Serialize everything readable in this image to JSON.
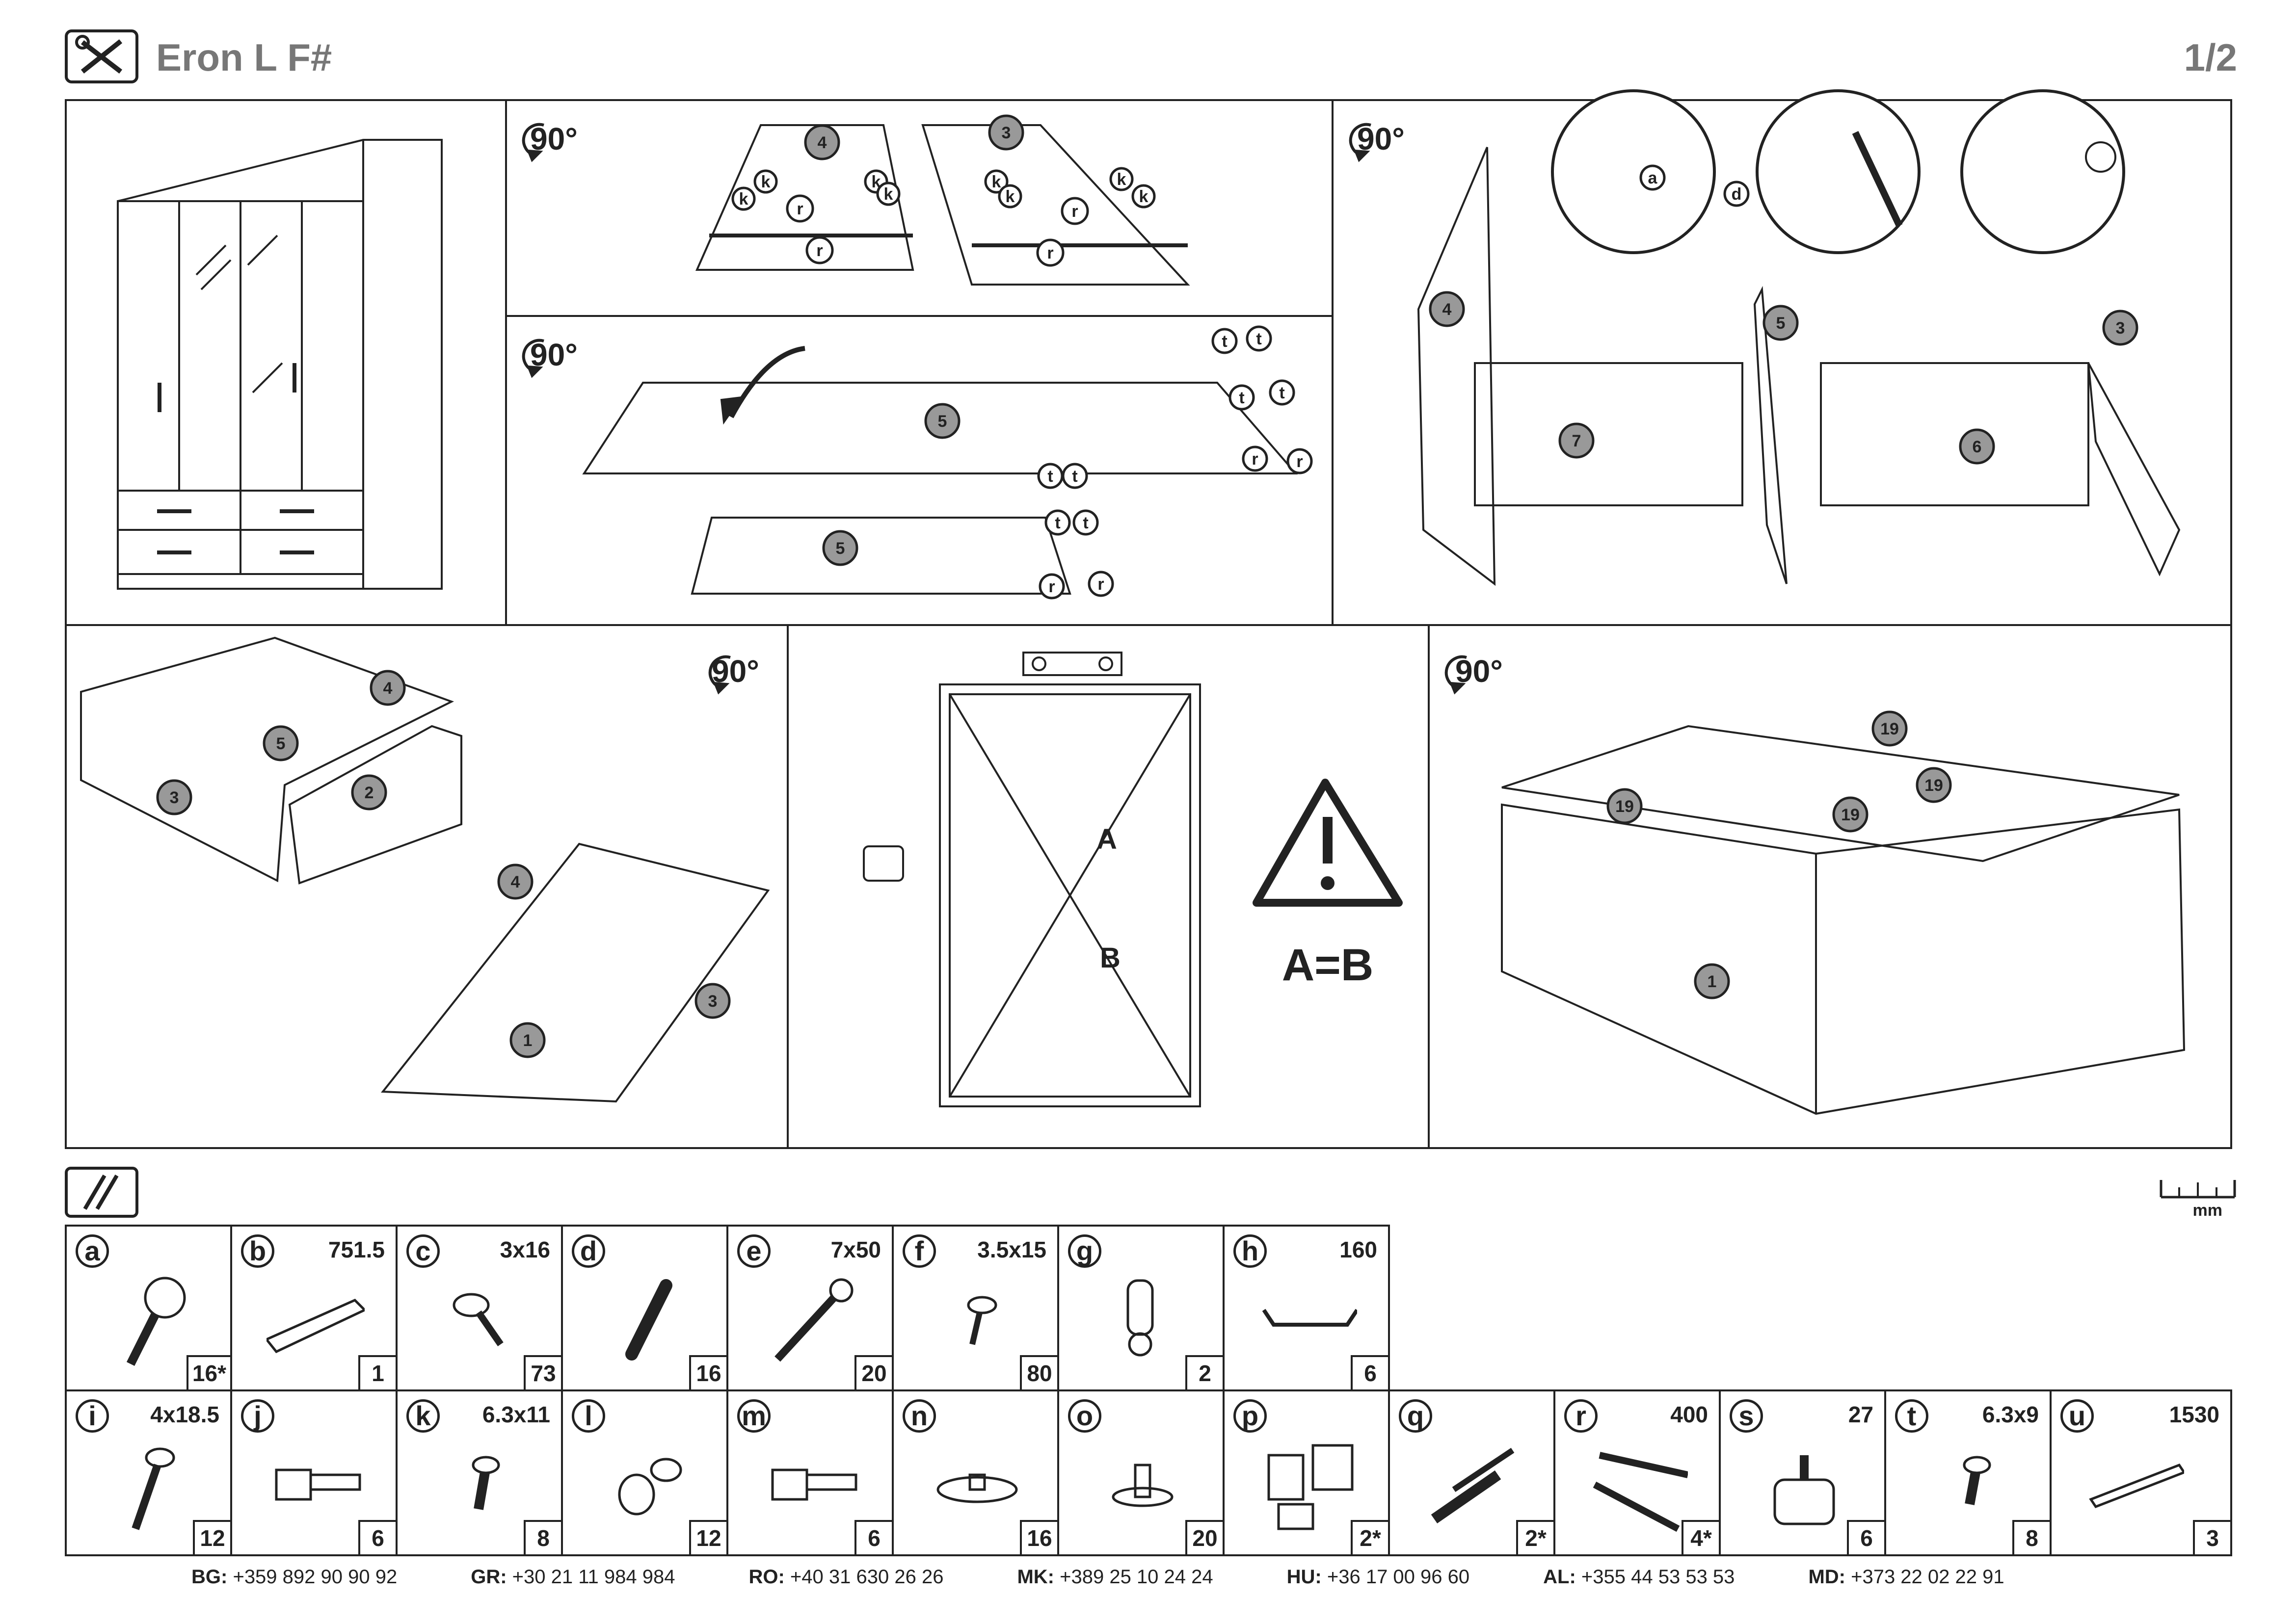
{
  "header": {
    "title": "Eron L F#",
    "page": "1/2"
  },
  "steps": {
    "rotate_label": "90°",
    "equal_label": "A=B",
    "diag_a": "A",
    "diag_b": "B"
  },
  "markers": [
    "a",
    "b",
    "c",
    "d",
    "e",
    "k",
    "r",
    "s",
    "t",
    "u",
    "1",
    "2",
    "3",
    "4",
    "5",
    "6",
    "7",
    "19"
  ],
  "ruler_unit": "mm",
  "parts": [
    {
      "letter": "a",
      "size": "",
      "qty": "16*"
    },
    {
      "letter": "b",
      "size": "751.5",
      "qty": "1"
    },
    {
      "letter": "c",
      "size": "3x16",
      "qty": "73"
    },
    {
      "letter": "d",
      "size": "",
      "qty": "16"
    },
    {
      "letter": "e",
      "size": "7x50",
      "qty": "20"
    },
    {
      "letter": "f",
      "size": "3.5x15",
      "qty": "80"
    },
    {
      "letter": "g",
      "size": "",
      "qty": "2"
    },
    {
      "letter": "h",
      "size": "160",
      "qty": "6"
    },
    {
      "letter": "i",
      "size": "4x18.5",
      "qty": "12"
    },
    {
      "letter": "j",
      "size": "",
      "qty": "6"
    },
    {
      "letter": "k",
      "size": "6.3x11",
      "qty": "8"
    },
    {
      "letter": "l",
      "size": "",
      "qty": "12"
    },
    {
      "letter": "m",
      "size": "",
      "qty": "6"
    },
    {
      "letter": "n",
      "size": "",
      "qty": "16"
    },
    {
      "letter": "o",
      "size": "",
      "qty": "20"
    },
    {
      "letter": "p",
      "size": "",
      "qty": "2*"
    },
    {
      "letter": "q",
      "size": "",
      "qty": "2*"
    },
    {
      "letter": "r",
      "size": "400",
      "qty": "4*"
    },
    {
      "letter": "s",
      "size": "27",
      "qty": "6"
    },
    {
      "letter": "t",
      "size": "6.3x9",
      "qty": "8"
    },
    {
      "letter": "u",
      "size": "1530",
      "qty": "3"
    }
  ],
  "contacts": [
    {
      "code": "BG:",
      "phone": "+359 892 90 90 92"
    },
    {
      "code": "GR:",
      "phone": "+30 21 11 984 984"
    },
    {
      "code": "RO:",
      "phone": "+40 31 630 26 26"
    },
    {
      "code": "MK:",
      "phone": "+389 25 10 24 24"
    },
    {
      "code": "HU:",
      "phone": "+36 17 00 96 60"
    },
    {
      "code": "AL:",
      "phone": "+355 44 53 53 53"
    },
    {
      "code": "MD:",
      "phone": "+373 22 02 22 91"
    }
  ]
}
